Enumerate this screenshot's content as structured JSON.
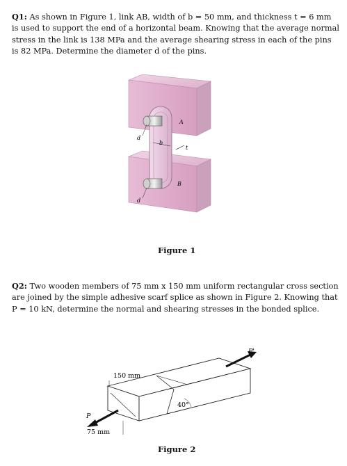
{
  "q1": {
    "label": "Q1:",
    "text": " As shown in Figure 1, link AB, width of b = 50 mm, and thickness t = 6 mm is used to support the end of a horizontal beam. Knowing that the average normal stress in the link is 138 MPa and the average shearing stress in each of the pins is 82 MPa. Determine the diameter d of the pins."
  },
  "figure1": {
    "caption": "Figure 1",
    "labels": {
      "a": "A",
      "b": "B",
      "d_top": "d",
      "d_bottom": "d",
      "width": "b",
      "thickness": "t"
    }
  },
  "q2": {
    "label": "Q2:",
    "text": " Two wooden members of 75 mm x 150 mm uniform rectangular cross section are joined by the simple adhesive scarf splice as shown in Figure 2. Knowing that P = 10 kN, determine the normal and shearing stresses in the bonded splice."
  },
  "figure2": {
    "caption": "Figure 2",
    "labels": {
      "p": "P",
      "p_prime": "P'",
      "width": "150 mm",
      "height": "75 mm",
      "angle": "40°"
    }
  }
}
